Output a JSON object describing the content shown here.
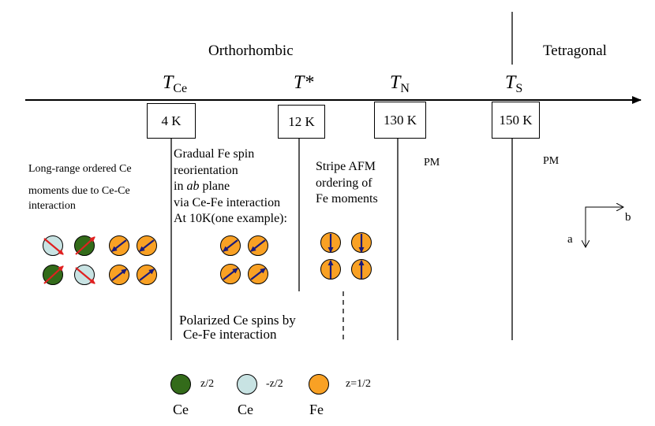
{
  "phases": {
    "orthorhombic": "Orthorhombic",
    "tetragonal": "Tetragonal"
  },
  "temperatures": {
    "t_ce": {
      "symbol": "T",
      "sub": "Ce",
      "value": "4 K"
    },
    "t_star": {
      "symbol": "T*",
      "value": "12 K"
    },
    "t_n": {
      "symbol": "T",
      "sub": "N",
      "value": "130 K"
    },
    "t_s": {
      "symbol": "T",
      "sub": "S",
      "value": "150 K"
    }
  },
  "descriptions": {
    "ce_order_line1": "Long-range ordered Ce",
    "ce_order_line2": "moments due to Ce-Ce",
    "ce_order_line3": "interaction",
    "fe_reorient_1": "Gradual Fe spin",
    "fe_reorient_2": "reorientation",
    "fe_reorient_3_pre": "in ",
    "fe_reorient_3_em": "ab",
    "fe_reorient_3_post": " plane",
    "fe_reorient_4": "via Ce-Fe interaction",
    "fe_reorient_5": "At 10K(one example):",
    "stripe_1": "Stripe AFM",
    "stripe_2": "ordering of",
    "stripe_3": "Fe moments",
    "pm_1": "PM",
    "pm_2": "PM",
    "polarized_1": "Polarized Ce spins by",
    "polarized_2": "Ce-Fe interaction"
  },
  "axes": {
    "a": "a",
    "b": "b"
  },
  "legend": [
    {
      "label": "z/2",
      "element": "Ce",
      "color": "#336b1a"
    },
    {
      "label": "-z/2",
      "element": "Ce",
      "color": "#c8e3e3"
    },
    {
      "label": "z=1/2",
      "element": "Fe",
      "color": "#f9a124"
    }
  ],
  "colors": {
    "ce_up": "#336b1a",
    "ce_down": "#c8e3e3",
    "fe": "#f9a124",
    "fe_arrow": "#1a1a7a",
    "ce_arrow": "#e02020"
  }
}
